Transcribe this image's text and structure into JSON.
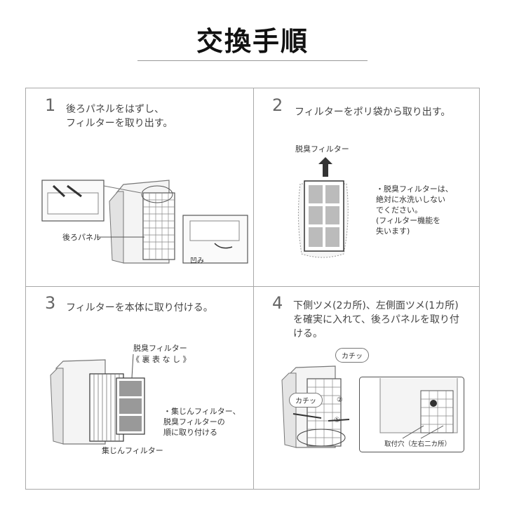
{
  "title": "交換手順",
  "steps": [
    {
      "number": "1",
      "text": "後ろパネルをはずし、\nフィルターを取り出す。",
      "labels": {
        "rear_panel": "後ろパネル",
        "recess": "凹み"
      }
    },
    {
      "number": "2",
      "text": "フィルターをポリ袋から取り出す。",
      "labels": {
        "deodorizing_filter": "脱臭フィルター"
      },
      "note": "・脱臭フィルターは、\n  絶対に水洗いしない\n  でください。\n  (フィルター機能を\n  失います)"
    },
    {
      "number": "3",
      "text": "フィルターを本体に取り付ける。",
      "labels": {
        "deodorizing_filter": "脱臭フィルター",
        "no_front_back": "《 裏 表 な し 》",
        "dust_filter": "集じんフィルター"
      },
      "note": "・集じんフィルター、\n  脱臭フィルターの\n  順に取り付ける"
    },
    {
      "number": "4",
      "text": "下側ツメ(2カ所)、左側面ツメ(1カ所)\nを確実に入れて、後ろパネルを取り付\nける。",
      "labels": {
        "click_top": "カチッ",
        "click_left": "カチッ",
        "circle_1": "①",
        "circle_2": "②",
        "mount_holes": "取付穴（左右二カ所）"
      }
    }
  ]
}
